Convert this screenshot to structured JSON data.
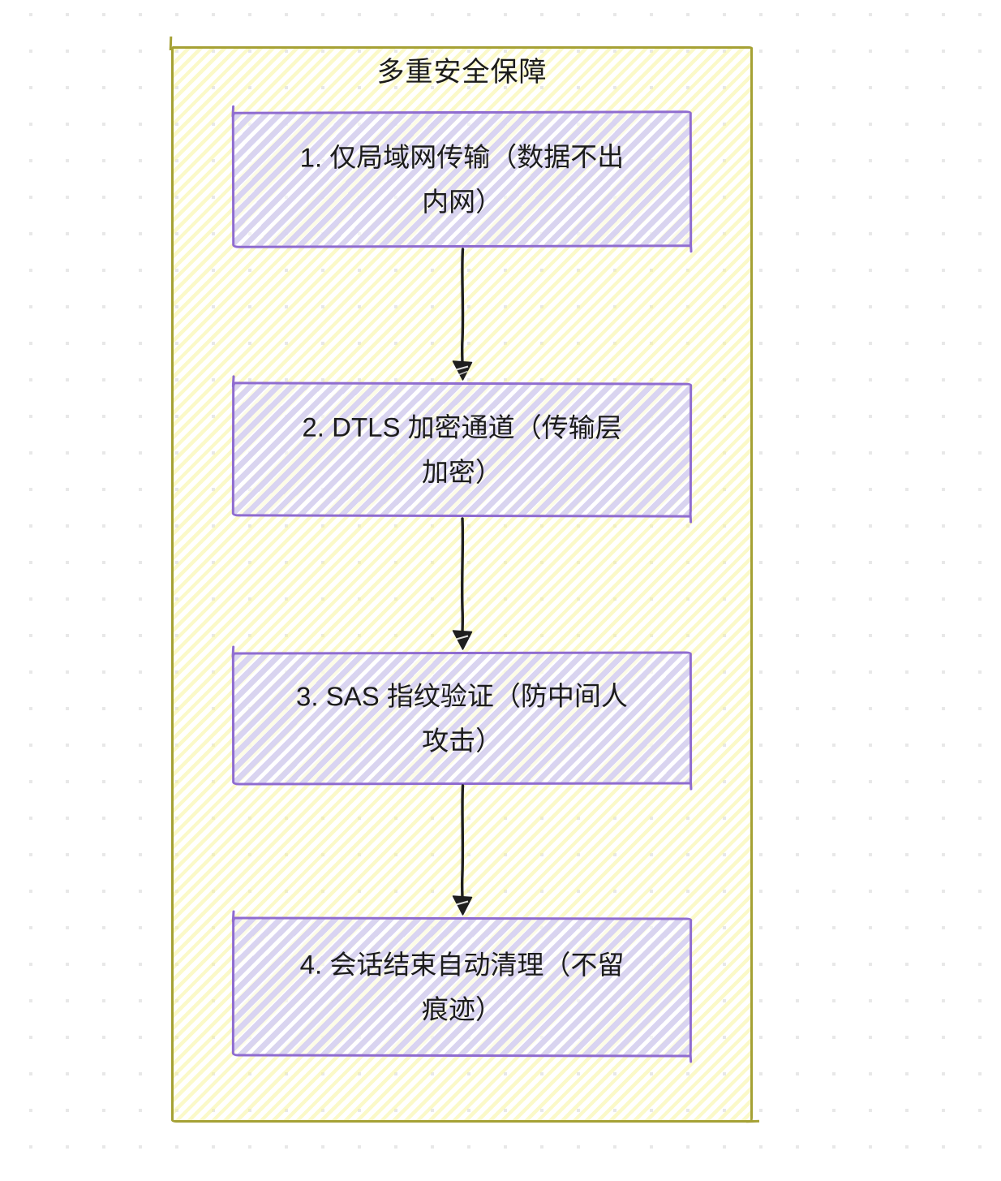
{
  "diagram": {
    "title": "多重安全保障",
    "steps": [
      {
        "id": 1,
        "lines": [
          "1. 仅局域网传输（数据不出",
          "内网）"
        ]
      },
      {
        "id": 2,
        "lines": [
          "2. DTLS 加密通道（传输层",
          "加密）"
        ]
      },
      {
        "id": 3,
        "lines": [
          "3. SAS 指纹验证（防中间人",
          "攻击）"
        ]
      },
      {
        "id": 4,
        "lines": [
          "4. 会话结束自动清理（不留",
          "痕迹）"
        ]
      }
    ],
    "colors": {
      "frame_border": "#a5a135",
      "frame_hatch": "#f8f49c",
      "box_border": "#8f6cd0",
      "box_hatch": "#d7d2f1",
      "arrow": "#1e1e1e",
      "text": "#1c1c1c",
      "dot_grid": "#e8e8e8",
      "canvas_background": "#ffffff"
    }
  }
}
